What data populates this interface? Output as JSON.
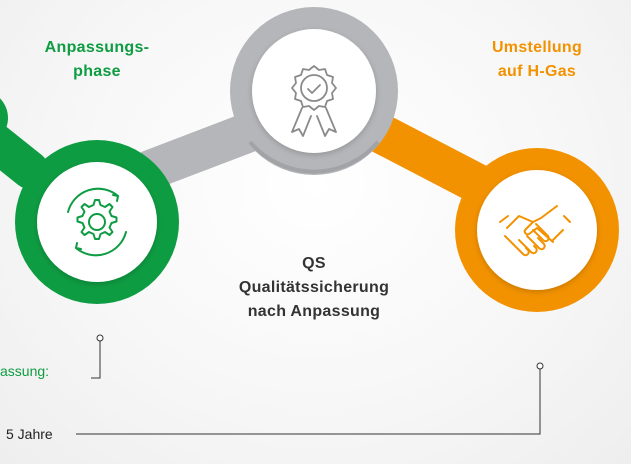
{
  "colors": {
    "green": "#0e9c42",
    "orange": "#f39200",
    "gray": "#b5b6b9",
    "gray_dark": "#8f9094",
    "icon_gray": "#8a8a8a"
  },
  "steps": [
    {
      "title_line1": "Anpassungs-",
      "title_line2": "phase",
      "icon": "gear-cycle-icon",
      "color": "green"
    },
    {
      "title_line1": "QS",
      "title_line2": "Qualitätssicherung",
      "title_line3": "nach Anpassung",
      "icon": "award-badge-icon",
      "color": "gray"
    },
    {
      "title_line1": "Umstellung",
      "title_line2": "auf H-Gas",
      "icon": "handshake-icon",
      "color": "orange"
    }
  ],
  "notes": {
    "left_partial": "assung:",
    "bottom_partial": "5 Jahre"
  }
}
